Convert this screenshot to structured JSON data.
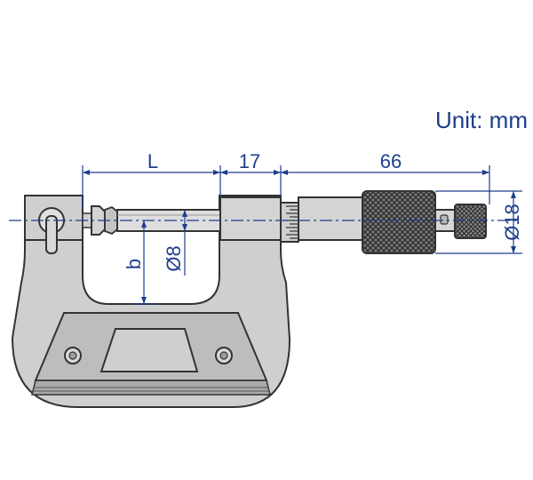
{
  "unit_label": "Unit: mm",
  "dimensions": {
    "L": "L",
    "spindle_length": "17",
    "thimble_length": "66",
    "diameter_18": "Ø18",
    "diameter_8": "Ø8",
    "b": "b"
  },
  "colors": {
    "dimension_blue": "#1d3e8c",
    "frame_fill": "#cfcfcf",
    "outline": "#333333"
  }
}
